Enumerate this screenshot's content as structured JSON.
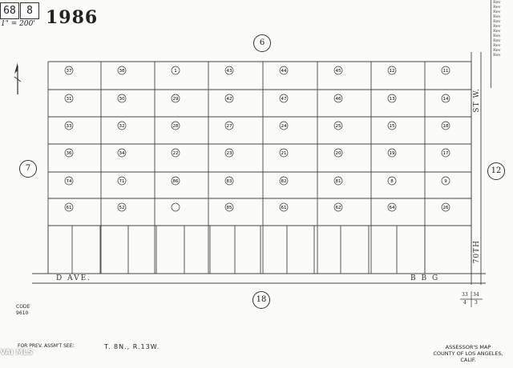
{
  "header": {
    "book": "68",
    "page": "8",
    "year": "1986",
    "scale": "1\" = 200'"
  },
  "legend_lines": [
    "Rev",
    "Rev",
    "Rev",
    "Rev",
    "Rev",
    "Rev",
    "Rev",
    "Rev",
    "Rev",
    "Rev",
    "Rev",
    "Rev"
  ],
  "adjoining": {
    "north": "6",
    "west": "7",
    "east": "12",
    "south": "18"
  },
  "streets": {
    "south_left": "D  AVE.",
    "south_right": "B  B  G",
    "east_top": "ST W.",
    "east_bottom": "70TH"
  },
  "code": {
    "label": "CODE",
    "value": "9610"
  },
  "footer": {
    "left_line1": "FOR PREV. ASSM'T SEE:",
    "left_line2": "",
    "township": "T. 8N., R.13W.",
    "right_line1": "ASSESSOR'S MAP",
    "right_line2": "COUNTY OF LOS ANGELES, CALIF."
  },
  "index_map": {
    "a": "33",
    "b": "34",
    "c": "4",
    "d": "3"
  },
  "brand": "VAI MLS",
  "icons": {
    "north_arrow": "north-arrow-icon"
  },
  "parcels": {
    "rows": [
      [
        "37",
        "38",
        "1",
        "43",
        "44",
        "45",
        "12",
        "11"
      ],
      [
        "31",
        "30",
        "29",
        "42",
        "47",
        "46",
        "13",
        "14"
      ],
      [
        "33",
        "32",
        "28",
        "27",
        "24",
        "25",
        "15",
        "18"
      ],
      [
        "36",
        "34",
        "22",
        "23",
        "21",
        "20",
        "19",
        "17"
      ],
      [
        "74",
        "71",
        "86",
        "83",
        "82",
        "81",
        "8",
        "9"
      ],
      [
        "61",
        "52",
        "",
        "85",
        "61",
        "62",
        "64",
        "26"
      ]
    ],
    "bottom_row": [
      "",
      "",
      "",
      "",
      "",
      "",
      "",
      "",
      "",
      "",
      "",
      "",
      "",
      "",
      ""
    ]
  }
}
